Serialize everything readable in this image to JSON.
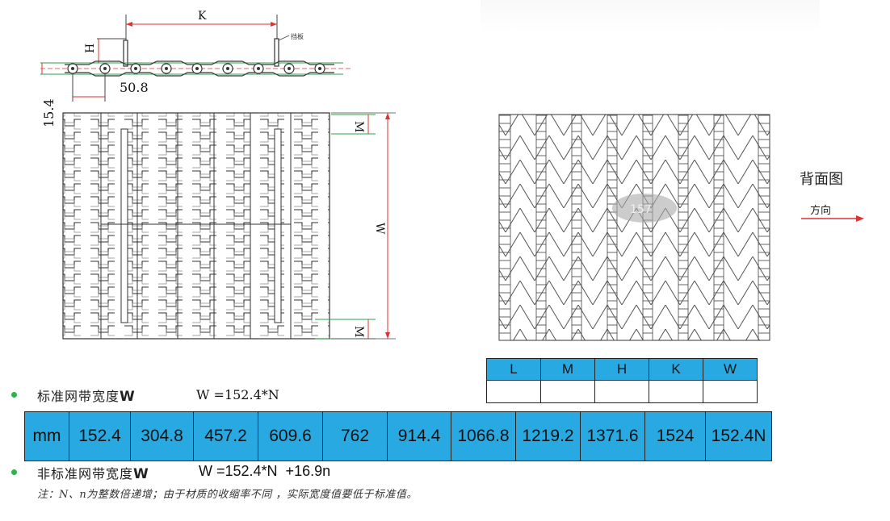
{
  "diagram": {
    "dim_K": "K",
    "dim_H": "H",
    "dim_pitch": "50.8",
    "dim_height": "15.4",
    "dim_M_top": "M",
    "dim_M_bottom": "M",
    "dim_W": "W",
    "flight_label": "挡板",
    "back_view_label": "背面图",
    "direction_label": "方向",
    "watermark": "157"
  },
  "spec_table": {
    "headers": [
      "L",
      "M",
      "H",
      "K",
      "W"
    ]
  },
  "standard": {
    "label": "标准网带宽度",
    "label_w": "W",
    "formula": "W =152.4*N"
  },
  "widths": {
    "unit": "mm",
    "values": [
      "152.4",
      "304.8",
      "457.2",
      "609.6",
      "762",
      "914.4",
      "1066.8",
      "1219.2",
      "1371.6",
      "1524",
      "152.4N"
    ]
  },
  "nonstandard": {
    "label": "非标准网带宽度",
    "label_w": "W",
    "formula": "W =152.4*N  +16.9n"
  },
  "note": "注：N、n为整数倍递增；由于材质的收缩率不同 ，实际宽度值要低于标准值。"
}
